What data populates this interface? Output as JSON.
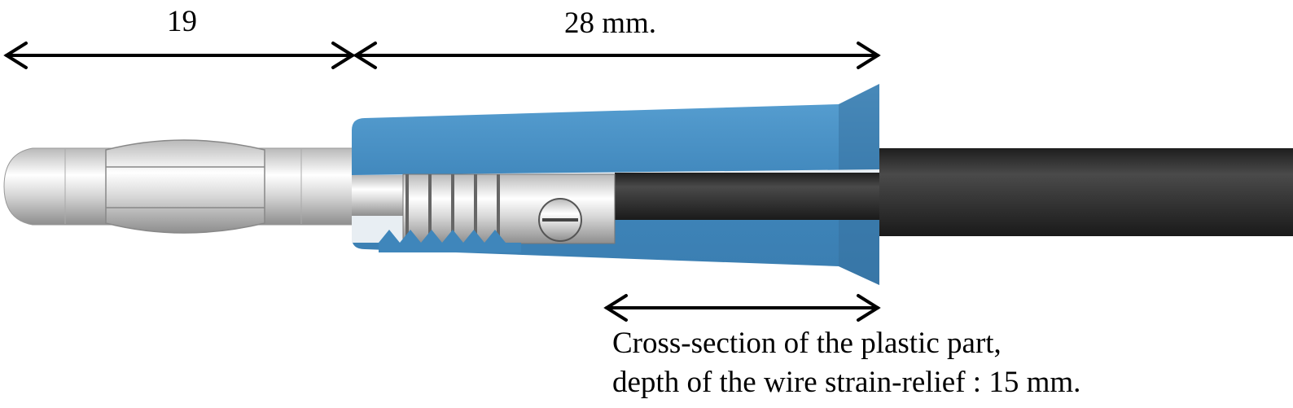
{
  "dimensions": {
    "tip_length": "19",
    "body_length": "28 mm."
  },
  "caption": {
    "line1": "Cross-section of the plastic part,",
    "line2": "depth of the wire strain-relief : 15 mm."
  },
  "colors": {
    "housing": "#4a90c4",
    "housing_dark": "#2f6f9e",
    "cable": "#2b2b2b",
    "metal": "#c9c9c9"
  }
}
